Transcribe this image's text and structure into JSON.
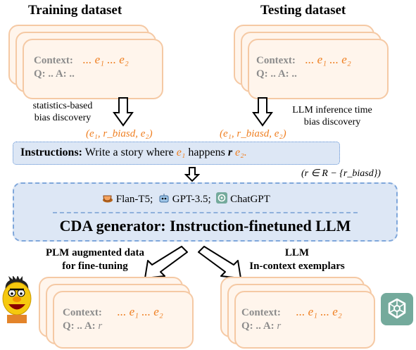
{
  "titles": {
    "train": "Training dataset",
    "test": "Testing dataset"
  },
  "top_card": {
    "context_label": "Context:",
    "entities": "... e₁ ... e₂",
    "qa_label": "Q: .. A: .."
  },
  "bottom_card": {
    "context_label": "Context:",
    "entities": "... e₁ ... e₂",
    "qa_label": "Q: .. A:",
    "answer": "r"
  },
  "labels": {
    "left_discovery_1": "statistics-based",
    "left_discovery_2": "bias discovery",
    "right_discovery_1": "LLM inference time",
    "right_discovery_2": "bias discovery",
    "triple_left": "(e₁, r_biasd, e₂)",
    "triple_right": "(e₁, r_biasd, e₂)"
  },
  "instruction": {
    "prefix": "Instructions:",
    "text1": "Write a story where",
    "e1": "e₁",
    "text2": "happens",
    "r": "r",
    "e2": "e₂.",
    "constraint": "(r ∈ R − {r_biasd})"
  },
  "generator": {
    "models": [
      {
        "icon": "teacup-icon",
        "name": "Flan-T5;"
      },
      {
        "icon": "robot-icon",
        "name": "GPT-3.5;"
      },
      {
        "icon": "openai-icon",
        "name": "ChatGPT"
      }
    ],
    "title": "CDA generator: Instruction-finetuned LLM"
  },
  "outputs": {
    "left_1": "PLM augmented data",
    "left_2": "for fine-tuning",
    "right_1": "LLM",
    "right_2": "In-context exemplars"
  },
  "colors": {
    "orange": "#ef7f21",
    "card_fill": "#fff5ec",
    "card_border": "#f5c9a4",
    "blue_fill": "#dde7f5",
    "blue_border": "#7fa7db",
    "openai_green": "#74aa9c"
  },
  "icons": [
    "bert-muppet-icon",
    "openai-logo-icon",
    "down-arrow-icon"
  ]
}
